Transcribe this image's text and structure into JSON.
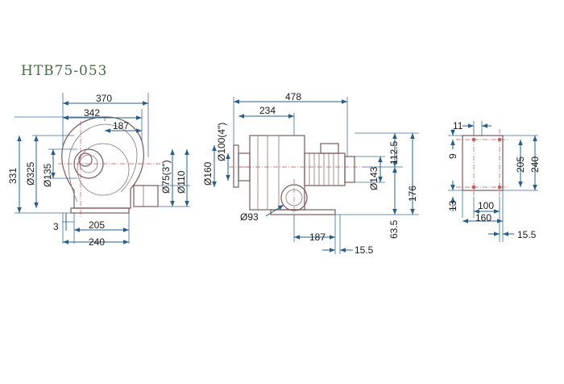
{
  "title": "HTB75-053",
  "colors": {
    "dimension": "#2a5d8a",
    "outline": "#7a5a5a",
    "centerline": "#c05050",
    "title": "#4a6a4a"
  },
  "front_view": {
    "dims": {
      "width_top": "370",
      "width_mid": "342",
      "width_inner": "187",
      "height_total": "331",
      "dia_outer": "Ø325",
      "dia_inner": "Ø135",
      "outlet_dia1": "Ø75(3\")",
      "outlet_dia2": "Ø110",
      "base_gap": "3",
      "base_inner": "205",
      "base_outer": "240"
    }
  },
  "side_view": {
    "dims": {
      "length_total": "478",
      "length_inlet": "234",
      "flange_dia1": "Ø160",
      "flange_dia2": "Ø100(4\")",
      "motor_dia": "Ø143",
      "height_upper": "112.5",
      "height_total": "176",
      "height_lower": "63.5",
      "outlet_dia": "Ø93",
      "base_len": "187",
      "offset": "15.5"
    }
  },
  "base_view": {
    "dims": {
      "top_gap": "11",
      "left_gap": "9",
      "bolt_spacing_v": "205",
      "plate_height": "240",
      "bottom_gap": "13",
      "bolt_spacing_h": "100",
      "plate_width": "160",
      "offset": "15.5"
    }
  }
}
